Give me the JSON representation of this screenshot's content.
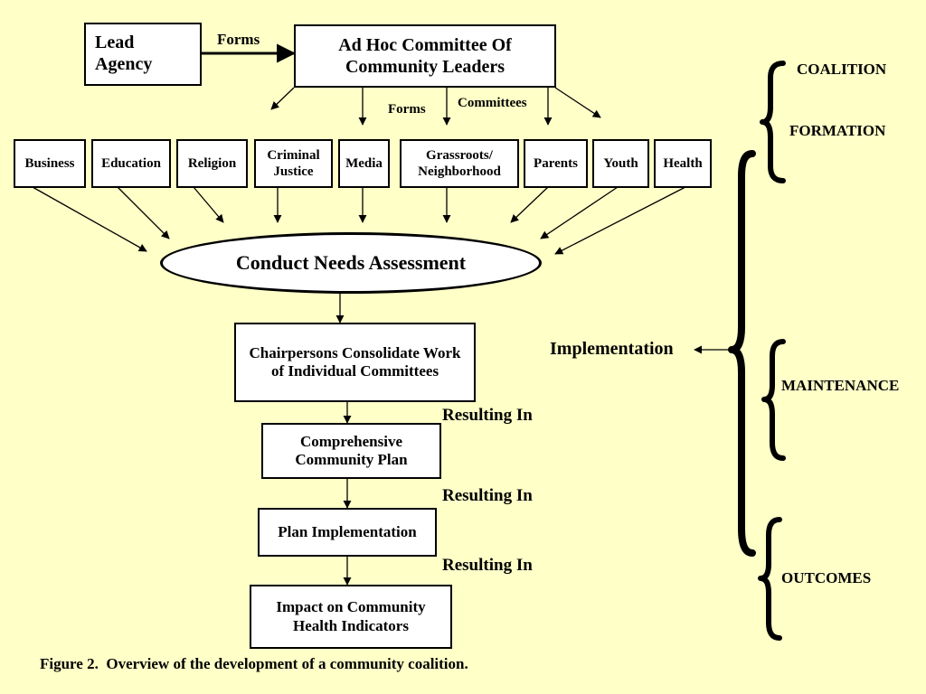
{
  "nodes": {
    "lead_agency": "Lead Agency",
    "ad_hoc": "Ad Hoc Committee Of Community Leaders",
    "needs": "Conduct Needs Assessment",
    "chair": "Chairpersons Consolidate Work of Individual Committees",
    "plan": "Comprehensive Community Plan",
    "implement": "Plan Implementation",
    "impact": "Impact on Community Health Indicators"
  },
  "committees": [
    "Business",
    "Education",
    "Religion",
    "Criminal Justice",
    "Media",
    "Grassroots/ Neighborhood",
    "Parents",
    "Youth",
    "Health"
  ],
  "edge_labels": {
    "forms_top": "Forms",
    "forms_mid": "Forms",
    "committees": "Committees",
    "resulting_1": "Resulting In",
    "resulting_2": "Resulting In",
    "resulting_3": "Resulting In",
    "implementation": "Implementation"
  },
  "stages": {
    "coalition": "COALITION",
    "formation": "FORMATION",
    "maintenance": "MAINTENANCE",
    "outcomes": "OUTCOMES"
  },
  "caption": "Figure 2.  Overview of the development of a community coalition."
}
